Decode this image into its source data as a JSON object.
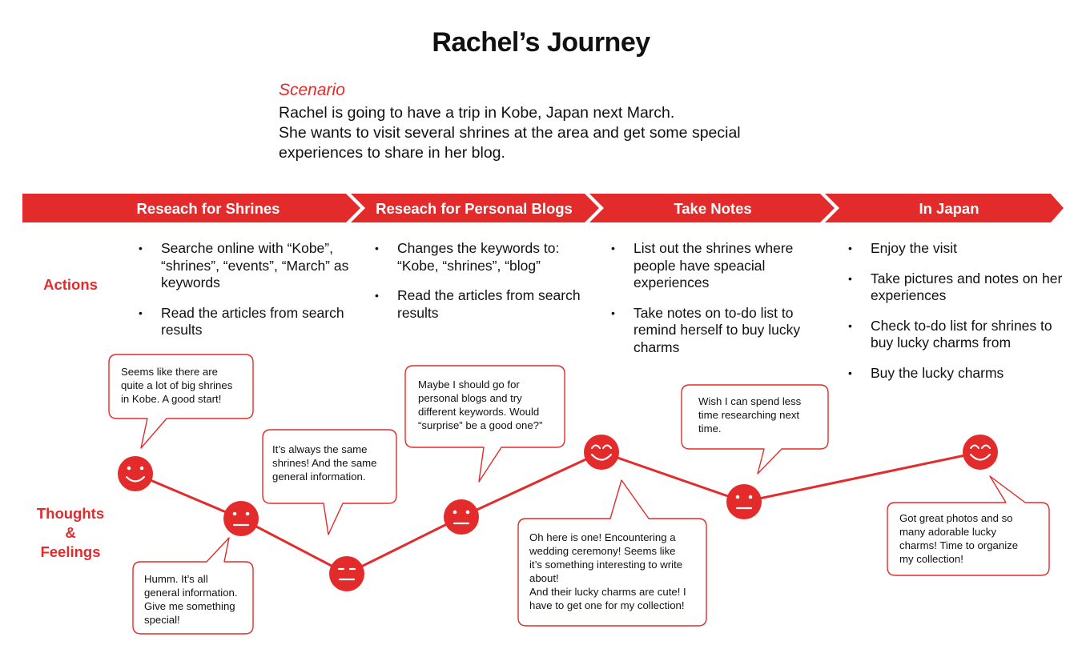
{
  "title": "Rachel’s Journey",
  "scenario": {
    "label": "Scenario",
    "lines": [
      "Rachel is going to have a trip in Kobe, Japan next March.",
      "She wants to visit several shrines at the area and get some special",
      "experiences to share in her blog."
    ]
  },
  "colors": {
    "accent": "#e32b2b"
  },
  "stages": [
    {
      "label": "Reseach for Shrines"
    },
    {
      "label": "Reseach for Personal Blogs"
    },
    {
      "label": "Take Notes"
    },
    {
      "label": "In Japan"
    }
  ],
  "row_labels": {
    "actions": "Actions",
    "thoughts_1": "Thoughts",
    "thoughts_2": "&",
    "thoughts_3": "Feelings"
  },
  "actions": [
    [
      "Searche online with “Kobe”, “shrines”, “events”, “March” as keywords",
      "Read the articles from search results"
    ],
    [
      "Changes the keywords to: “Kobe, “shrines”, “blog”",
      "Read the articles from search results"
    ],
    [
      "List out the shrines where people have speacial experiences",
      "Take notes on to-do list to remind herself to buy lucky charms"
    ],
    [
      "Enjoy the visit",
      "Take pictures and notes on her experiences",
      "Check to-do list for shrines to buy lucky charms from",
      "Buy the lucky charms"
    ]
  ],
  "emotion_points": [
    {
      "mood": "happy"
    },
    {
      "mood": "neutral"
    },
    {
      "mood": "unhappy"
    },
    {
      "mood": "neutral"
    },
    {
      "mood": "very-happy"
    },
    {
      "mood": "neutral"
    },
    {
      "mood": "very-happy"
    }
  ],
  "thoughts": [
    "Seems like there are\nquite a lot of big shrines\nin Kobe. A good start!",
    "Humm. It’s all\ngeneral information.\nGive me something\nspecial!",
    "It’s always the same\nshrines! And the same\ngeneral information.",
    "Maybe I should go for\npersonal blogs and try\ndifferent keywords.  Would\n“surprise” be a good one?”",
    "Oh here is one!  Encountering a\nwedding ceremony!  Seems like\nit’s something interesting to write\nabout!\nAnd their lucky charms are cute!  I\nhave to get one for my collection!",
    "Wish I can spend less\ntime researching next\ntime.",
    "Got great photos and so\nmany adorable lucky\ncharms! Time to organize\nmy collection!"
  ]
}
